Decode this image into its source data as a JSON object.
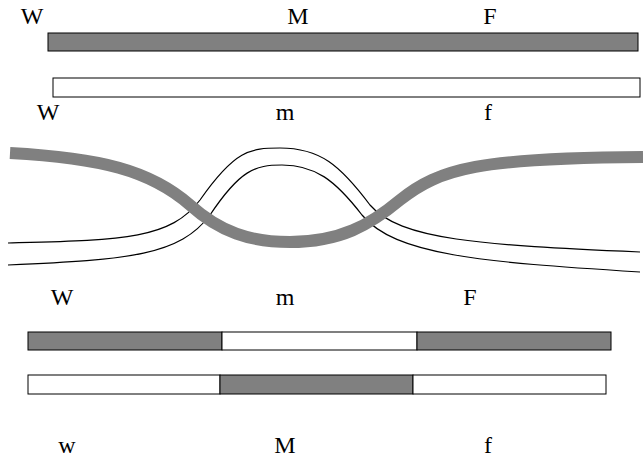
{
  "diagram": {
    "labels": [
      "W",
      "M",
      "F",
      "W",
      "m",
      "f",
      "W",
      "m",
      "F",
      "w",
      "M",
      "f"
    ]
  }
}
